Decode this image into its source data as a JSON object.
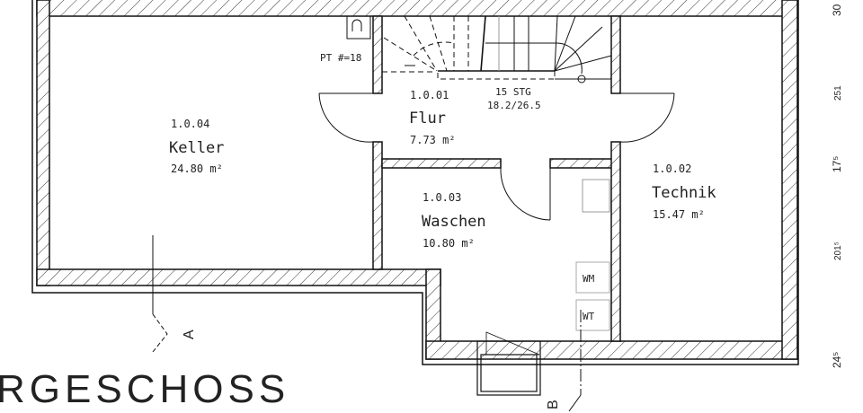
{
  "plan": {
    "rooms": [
      {
        "id": "keller",
        "number": "1.0.04",
        "name": "Keller",
        "area": "24.80 m²"
      },
      {
        "id": "flur",
        "number": "1.0.01",
        "name": "Flur",
        "area": "7.73 m²"
      },
      {
        "id": "waschen",
        "number": "1.0.03",
        "name": "Waschen",
        "area": "10.80 m²"
      },
      {
        "id": "technik",
        "number": "1.0.02",
        "name": "Technik",
        "area": "15.47 m²"
      }
    ],
    "stair": {
      "steps": "15 STG",
      "ratio": "18.2/26.5"
    },
    "fixture_label": "PT #=18",
    "appliances": {
      "washer": "WM",
      "dryer": "WT"
    },
    "sections": {
      "a": "A",
      "b": "B"
    },
    "floor_title": "RGESCHOSS",
    "dimensions": [
      "30",
      "251",
      "17⁵",
      "201⁵",
      "24⁵"
    ]
  }
}
